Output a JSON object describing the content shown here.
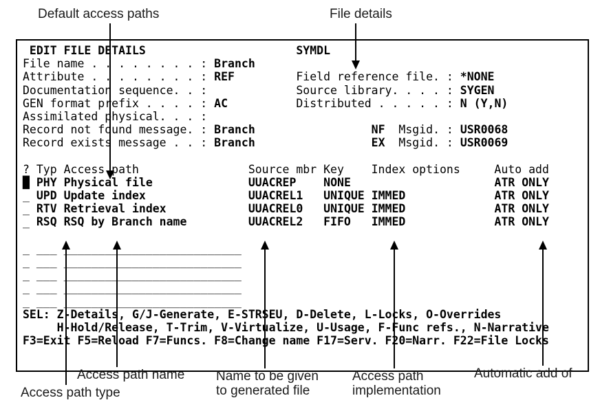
{
  "callouts": {
    "default_access_paths": "Default access paths",
    "file_details": "File details",
    "access_path_type": "Access path type",
    "access_path_name": "Access path name",
    "generated_name": "Name to be given\nto generated file",
    "access_path_impl": "Access path\nimplementation",
    "auto_add": "Automatic add of"
  },
  "screen": {
    "title": "EDIT FILE DETAILS",
    "model": "SYMDL",
    "lines": [
      [
        [
          " EDIT FILE DETAILS",
          1
        ],
        [
          "                      ",
          0
        ],
        [
          "SYMDL",
          1
        ]
      ],
      [
        [
          "File name . . . . . . . . : ",
          0
        ],
        [
          "Branch",
          1
        ]
      ],
      [
        [
          "Attribute . . . . . . . . : ",
          0
        ],
        [
          "REF",
          1
        ],
        [
          "         ",
          0
        ],
        [
          "Field reference file. : ",
          0
        ],
        [
          "*NONE",
          1
        ]
      ],
      [
        [
          "Documentation sequence. . :",
          0
        ],
        [
          "             ",
          0
        ],
        [
          "Source library. . . . : ",
          0
        ],
        [
          "SYGEN",
          1
        ]
      ],
      [
        [
          "GEN format prefix . . . . : ",
          0
        ],
        [
          "AC",
          1
        ],
        [
          "          ",
          0
        ],
        [
          "Distributed . . . . . : ",
          0
        ],
        [
          "N (Y,N)",
          1
        ]
      ],
      [
        [
          "Assimilated physical. . . :",
          0
        ]
      ],
      [
        [
          "Record not found message. : ",
          0
        ],
        [
          "Branch",
          1
        ],
        [
          "                 ",
          0
        ],
        [
          "NF",
          1
        ],
        [
          "  Msgid. : ",
          0
        ],
        [
          "USR0068",
          1
        ]
      ],
      [
        [
          "Record exists message . . : ",
          0
        ],
        [
          "Branch",
          1
        ],
        [
          "                 ",
          0
        ],
        [
          "EX",
          1
        ],
        [
          "  Msgid. : ",
          0
        ],
        [
          "USR0069",
          1
        ]
      ],
      [
        [
          "",
          0
        ]
      ],
      [
        [
          "? Typ Access path                Source mbr Key    Index options     Auto add",
          0
        ]
      ],
      [
        [
          "█",
          1
        ],
        [
          " ",
          0
        ],
        [
          "PHY Physical file",
          1
        ],
        [
          "              ",
          0
        ],
        [
          "UUACREP",
          1
        ],
        [
          "    ",
          0
        ],
        [
          "NONE",
          1
        ],
        [
          "                     ",
          0
        ],
        [
          "ATR ONLY",
          1
        ]
      ],
      [
        [
          "_ ",
          0
        ],
        [
          "UPD Update index",
          1
        ],
        [
          "               ",
          0
        ],
        [
          "UUACREL1",
          1
        ],
        [
          "   ",
          0
        ],
        [
          "UNIQUE",
          1
        ],
        [
          " ",
          0
        ],
        [
          "IMMED",
          1
        ],
        [
          "             ",
          0
        ],
        [
          "ATR ONLY",
          1
        ]
      ],
      [
        [
          "_ ",
          0
        ],
        [
          "RTV Retrieval index",
          1
        ],
        [
          "            ",
          0
        ],
        [
          "UUACREL0",
          1
        ],
        [
          "   ",
          0
        ],
        [
          "UNIQUE",
          1
        ],
        [
          " ",
          0
        ],
        [
          "IMMED",
          1
        ],
        [
          "             ",
          0
        ],
        [
          "ATR ONLY",
          1
        ]
      ],
      [
        [
          "_ ",
          0
        ],
        [
          "RSQ RSQ by Branch name",
          1
        ],
        [
          "         ",
          0
        ],
        [
          "UUACREL2",
          1
        ],
        [
          "   ",
          0
        ],
        [
          "FIFO",
          1
        ],
        [
          "   ",
          0
        ],
        [
          "IMMED",
          1
        ],
        [
          "             ",
          0
        ],
        [
          "ATR ONLY",
          1
        ]
      ],
      [
        [
          "",
          0
        ]
      ],
      [
        [
          "_ ___ __________________________",
          0
        ]
      ],
      [
        [
          "_ ___ __________________________",
          0
        ]
      ],
      [
        [
          "_ ___ __________________________",
          0
        ]
      ],
      [
        [
          "_ ___ __________________________",
          0
        ]
      ],
      [
        [
          "_ ___ __________________________",
          0
        ]
      ],
      [
        [
          "SEL: Z-Details, G/J-Generate, E-STRSEU, D-Delete, L-Locks, O-Overrides",
          1
        ]
      ],
      [
        [
          "     H-Hold/Release, T-Trim, V-Virtualize, U-Usage, F-Func refs., N-Narrative",
          1
        ]
      ],
      [
        [
          "F3=Exit F5=Reload F7=Funcs. F8=Change name F17=Serv. F20=Narr. F22=File Locks",
          1
        ]
      ]
    ]
  }
}
